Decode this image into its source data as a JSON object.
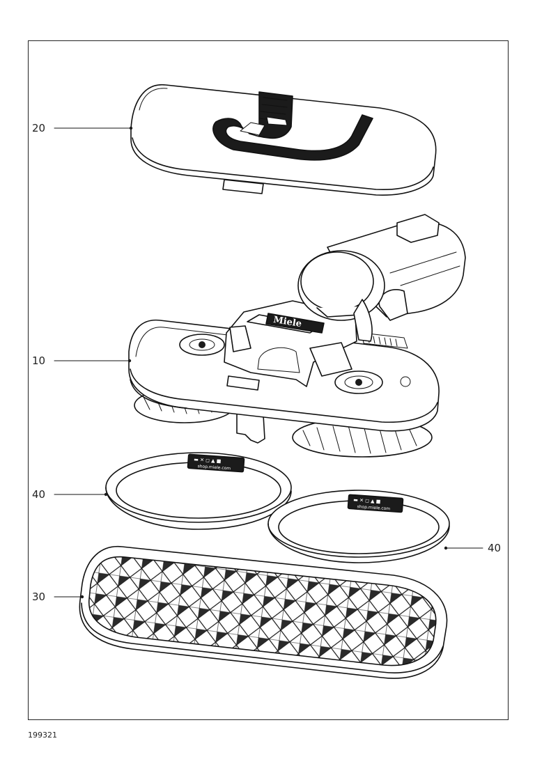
{
  "callouts": [
    {
      "id": "lid",
      "label": "20"
    },
    {
      "id": "main-unit",
      "label": "10"
    },
    {
      "id": "pad-left",
      "label": "40"
    },
    {
      "id": "pad-right",
      "label": "40"
    },
    {
      "id": "tray",
      "label": "30"
    }
  ],
  "brand_logo": "Miele",
  "pad_label": {
    "line1": "▬ ✕ ◻ ▲ ■",
    "line2": "shop.miele.com"
  },
  "document_number": "199321"
}
